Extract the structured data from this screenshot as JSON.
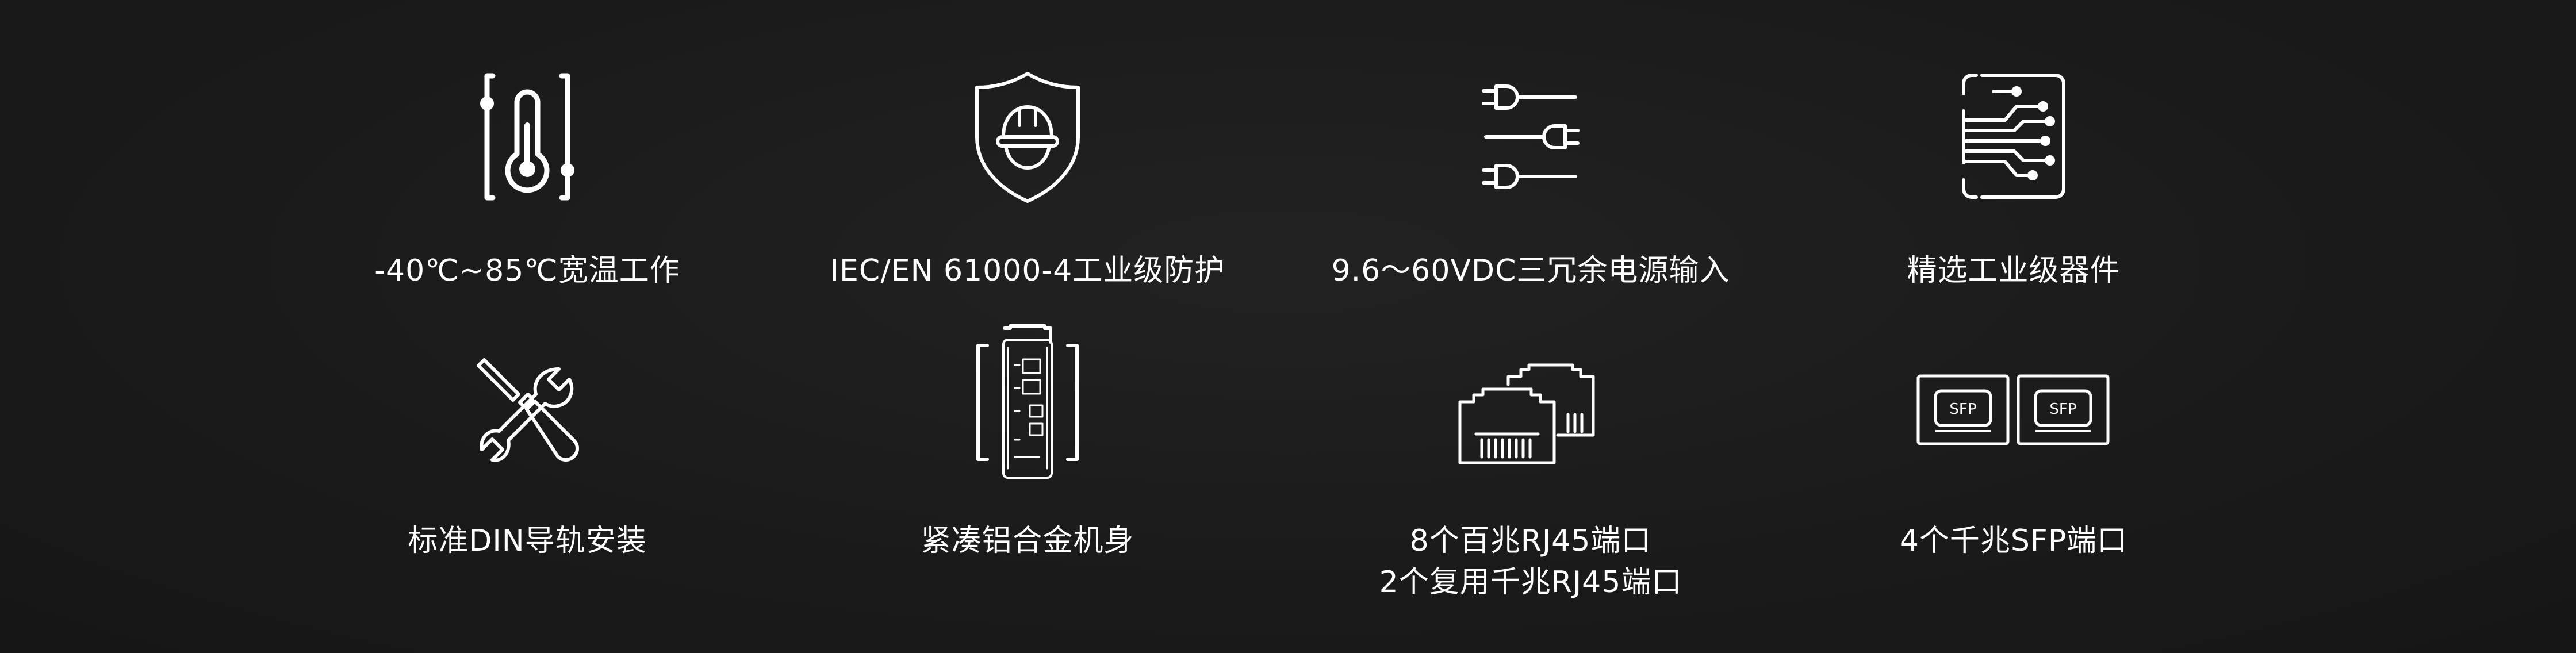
{
  "features": [
    {
      "icon": "thermometer-icon",
      "label_lines": [
        "-40℃~85℃宽温工作"
      ]
    },
    {
      "icon": "shield-helmet-icon",
      "label_lines": [
        "IEC/EN 61000-4工业级防护"
      ]
    },
    {
      "icon": "power-plugs-icon",
      "label_lines": [
        "9.6～60VDC三冗余电源输入"
      ]
    },
    {
      "icon": "circuit-chip-icon",
      "label_lines": [
        "精选工业级器件"
      ]
    },
    {
      "icon": "wrench-screwdriver-icon",
      "label_lines": [
        "标准DIN导轨安装"
      ]
    },
    {
      "icon": "device-housing-icon",
      "label_lines": [
        "紧凑铝合金机身"
      ]
    },
    {
      "icon": "rj45-ports-icon",
      "label_lines": [
        "8个百兆RJ45端口",
        "2个复用千兆RJ45端口"
      ]
    },
    {
      "icon": "sfp-ports-icon",
      "label_lines": [
        "4个千兆SFP端口"
      ],
      "port_text": "SFP"
    }
  ],
  "colors": {
    "background": "#1b1b1b",
    "foreground": "#ffffff"
  }
}
